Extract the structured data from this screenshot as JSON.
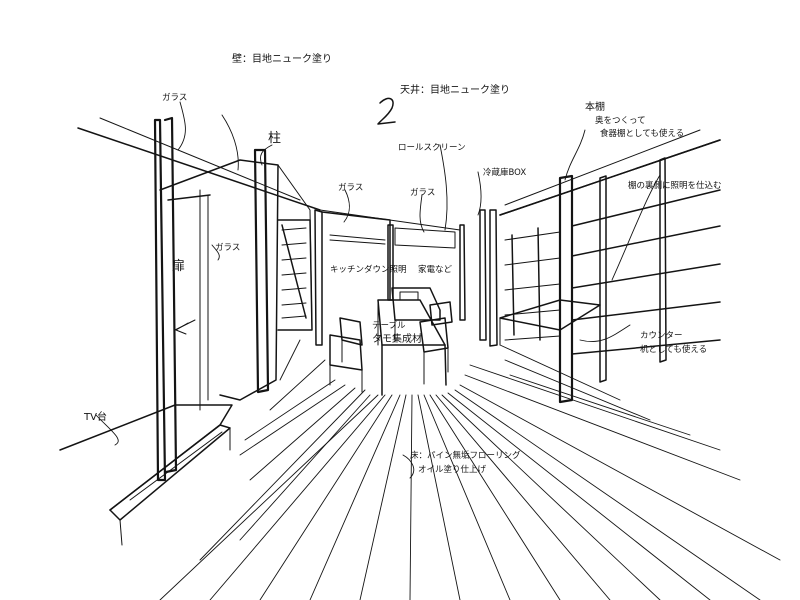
{
  "annotations": {
    "floor_wall": "壁：目地ニューク塗り",
    "ceiling": "天井：目地ニューク塗り",
    "glass_top": "ガラス",
    "pillar": "柱",
    "glass_side": "ガラス",
    "door": "扉",
    "tv_stand": "TV台",
    "glass_center_left": "ガラス",
    "glass_center_right": "ガラス",
    "roll_screen": "ロールスクリーン",
    "kitchen_lighting": "キッチンダウン照明",
    "table": "テーブル",
    "table_material": "タモ集成材",
    "fridge_box": "冷蔵庫BOX",
    "appliances_note": "家電など",
    "shelves_title": "本棚",
    "shelves_note_1": "奥をつくって",
    "shelves_note_2": "食器棚としても使える",
    "shelf_back_light": "棚の裏側に照明を仕込む",
    "counter_1": "カウンター",
    "counter_2": "机としても使える",
    "flooring_1": "床：パイン無垢フローリング",
    "flooring_2": "オイル塗り仕上げ",
    "step_marker": "2"
  }
}
